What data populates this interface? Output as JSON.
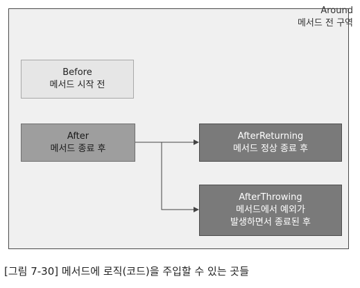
{
  "around": {
    "title": "Around",
    "subtitle": "메서드 전 구역"
  },
  "before": {
    "title": "Before",
    "subtitle": "메서드 시작 전"
  },
  "after": {
    "title": "After",
    "subtitle": "메서드 종료 후"
  },
  "after_returning": {
    "title": "AfterReturning",
    "subtitle": "메서드 정상 종료 후"
  },
  "after_throwing": {
    "title": "AfterThrowing",
    "line2": "메서드에서 예외가",
    "line3": "발생하면서 종료된 후"
  },
  "caption": "[그림 7-30] 메서드에 로직(코드)을 주입할 수 있는 곳들"
}
